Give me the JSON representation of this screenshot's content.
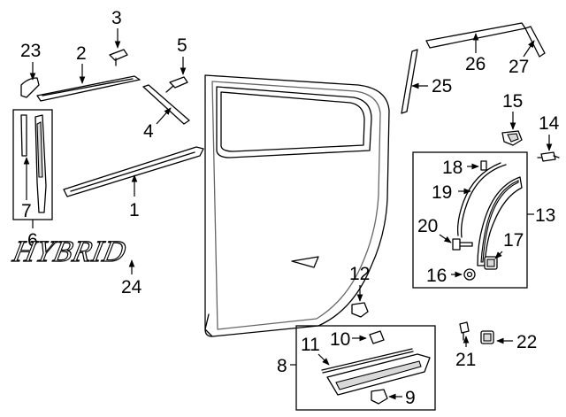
{
  "callouts": {
    "c1": "1",
    "c2": "2",
    "c3": "3",
    "c4": "4",
    "c5": "5",
    "c6": "6",
    "c7": "7",
    "c8": "8",
    "c9": "9",
    "c10": "10",
    "c11": "11",
    "c12": "12",
    "c13": "13",
    "c14": "14",
    "c15": "15",
    "c16": "16",
    "c17": "17",
    "c18": "18",
    "c19": "19",
    "c20": "20",
    "c21": "21",
    "c22": "22",
    "c23": "23",
    "c24": "24",
    "c25": "25",
    "c26": "26",
    "c27": "27"
  },
  "emblem": {
    "text": "HYBRID"
  }
}
